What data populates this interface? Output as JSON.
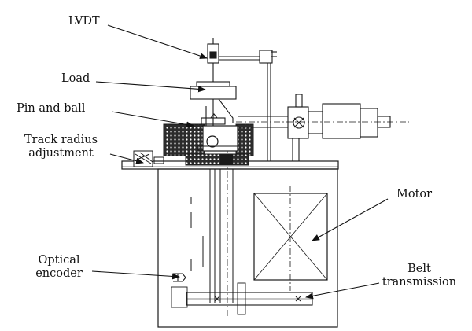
{
  "labels": {
    "lvdt": "LVDT",
    "load": "Load",
    "pin_and_ball": "Pin and ball",
    "track_radius_line1": "Track radius",
    "track_radius_line2": "adjustment",
    "optical_encoder_line1": "Optical",
    "optical_encoder_line2": "encoder",
    "motor": "Motor",
    "belt_transmission_line1": "Belt",
    "belt_transmission_line2": "transmission"
  },
  "colors": {
    "stroke": "#1a1a1a",
    "dark_fill": "#2b2b2b",
    "background": "#ffffff"
  }
}
